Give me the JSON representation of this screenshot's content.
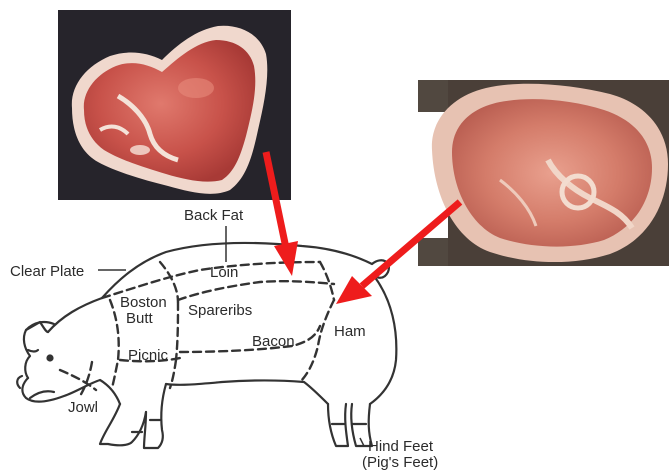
{
  "labels": {
    "back_fat": "Back Fat",
    "clear_plate": "Clear Plate",
    "loin": "Loin",
    "boston_butt_line1": "Boston",
    "boston_butt_line2": "Butt",
    "spareribs": "Spareribs",
    "ham": "Ham",
    "bacon": "Bacon",
    "picnic": "Picnic",
    "jowl": "Jowl",
    "hind_feet_line1": "Hind Feet",
    "hind_feet_line2": "(Pig's Feet)"
  },
  "photos": {
    "loin_chop": "loin-chop-photo",
    "ham_slice": "ham-slice-photo"
  },
  "colors": {
    "arrow": "#ee1c1c",
    "photo_background": "#24222a",
    "meat": "#c8524a",
    "fat": "#f1dcd2"
  }
}
